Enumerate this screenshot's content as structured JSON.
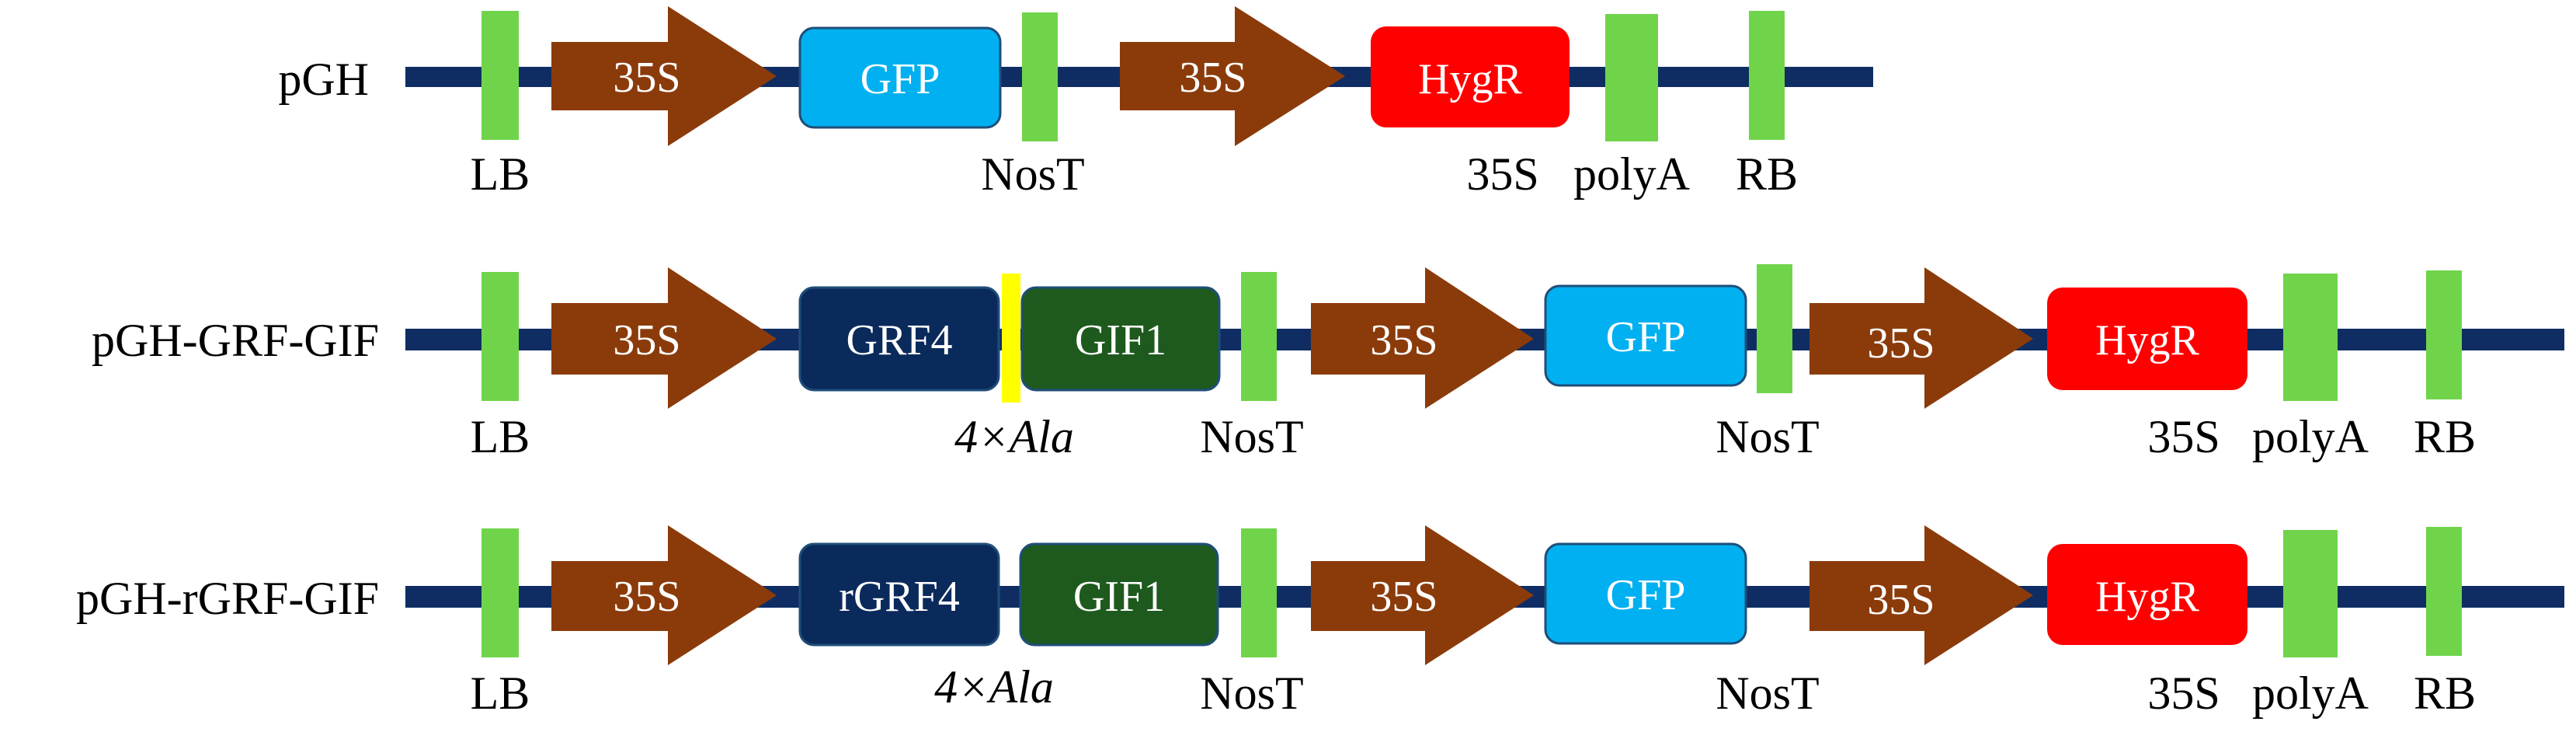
{
  "colors": {
    "backbone": "#0f2d63",
    "border": "#00b050",
    "promoter": "#8b3b0a",
    "gfp": "#00b0f0",
    "hygr": "#ff0000",
    "grf": "#0b2a5c",
    "gif": "#1e5a1e",
    "linker": "#ffff00",
    "terminator": "#70d44b"
  },
  "constructs": [
    {
      "name": "pGH",
      "promoter_labels": [
        "35S",
        "35S"
      ],
      "genes": {
        "gfp": "GFP",
        "hygr": "HygR"
      },
      "below_labels": {
        "lb": "LB",
        "nost": "NosT",
        "s35": "35S",
        "polya": "polyA",
        "rb": "RB"
      }
    },
    {
      "name": "pGH-GRF-GIF",
      "promoter_labels": [
        "35S",
        "35S",
        "35S"
      ],
      "genes": {
        "grf": "GRF4",
        "gif": "GIF1",
        "gfp": "GFP",
        "hygr": "HygR"
      },
      "below_labels": {
        "lb": "LB",
        "linker": "4×Ala",
        "nost1": "NosT",
        "nost2": "NosT",
        "s35": "35S",
        "polya": "polyA",
        "rb": "RB"
      }
    },
    {
      "name": "pGH-rGRF-GIF",
      "promoter_labels": [
        "35S",
        "35S",
        "35S"
      ],
      "genes": {
        "grf": "rGRF4",
        "gif": "GIF1",
        "gfp": "GFP",
        "hygr": "HygR"
      },
      "below_labels": {
        "lb": "LB",
        "linker": "4×Ala",
        "nost1": "NosT",
        "nost2": "NosT",
        "s35": "35S",
        "polya": "polyA",
        "rb": "RB"
      }
    }
  ]
}
